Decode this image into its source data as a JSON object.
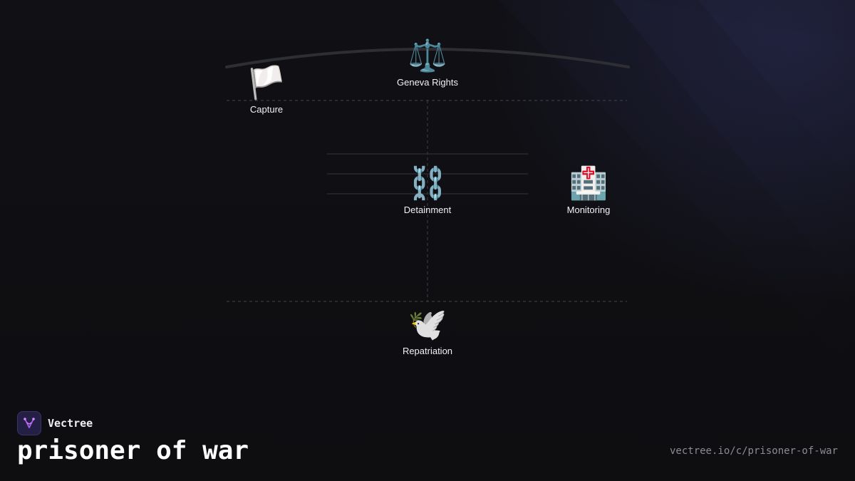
{
  "nodes": {
    "geneva": {
      "label": "Geneva Rights",
      "icon": "⚖️",
      "icon_name": "scales-icon"
    },
    "capture": {
      "label": "Capture",
      "icon": "🏳️",
      "icon_name": "white-flag-icon"
    },
    "detainment": {
      "label": "Detainment",
      "icon": "⛓️",
      "icon_name": "chains-icon"
    },
    "monitoring": {
      "label": "Monitoring",
      "icon": "🏥",
      "icon_name": "hospital-icon"
    },
    "repatriation": {
      "label": "Repatriation",
      "icon": "🕊️",
      "icon_name": "dove-icon"
    }
  },
  "brand": {
    "name": "Vectree"
  },
  "title": "prisoner of war",
  "url": "vectree.io/c/prisoner-of-war",
  "colors": {
    "background": "#0f0f12",
    "brand_logo_bg": "#241f45",
    "brand_logo_mark": "#b05cf0",
    "connector": "#3a3a40",
    "arc": "#2e2e33",
    "url_text": "#8b8b93"
  }
}
